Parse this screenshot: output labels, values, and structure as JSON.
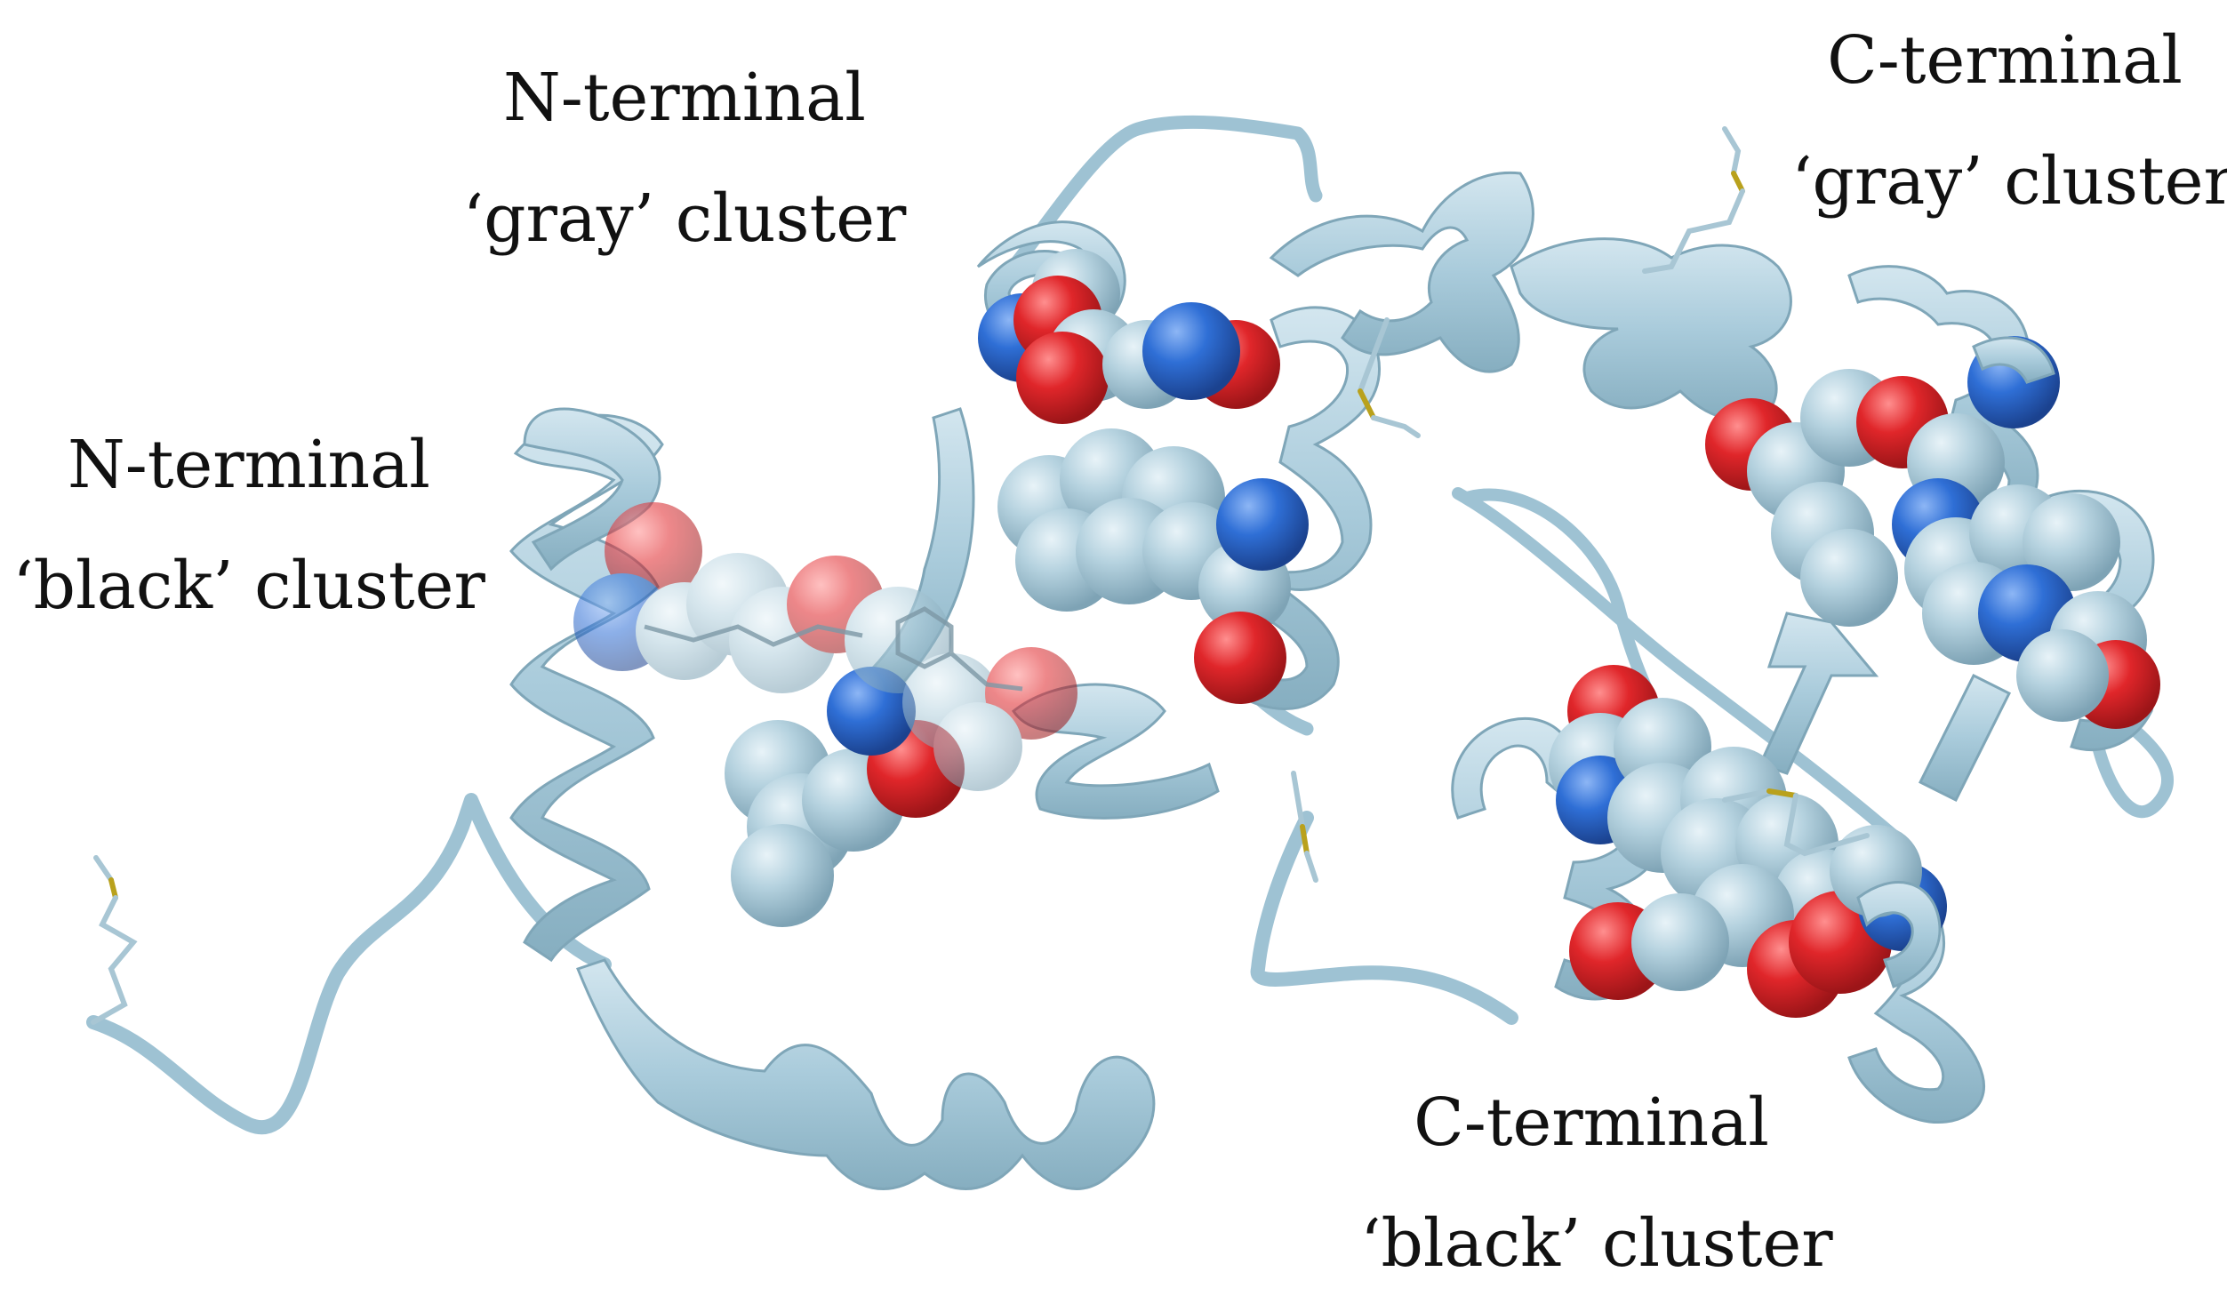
{
  "figure": {
    "labels": {
      "n_gray": {
        "line1": "N-terminal",
        "line2": "‘gray’ cluster"
      },
      "n_black": {
        "line1": "N-terminal",
        "line2": "‘black’ cluster"
      },
      "c_gray": {
        "line1": "C-terminal",
        "line2": "‘gray’ cluster"
      },
      "c_black": {
        "line1": "C-terminal",
        "line2": "‘black’ cluster"
      }
    },
    "colors": {
      "ribbon": "#a9cbdb",
      "ribbon_edge": "#7fa6b8",
      "carbon": "#b5d2df",
      "oxygen": "#e0262a",
      "nitrogen": "#2f6fd6",
      "sulfur": "#b9a11c",
      "background": "#ffffff"
    }
  }
}
